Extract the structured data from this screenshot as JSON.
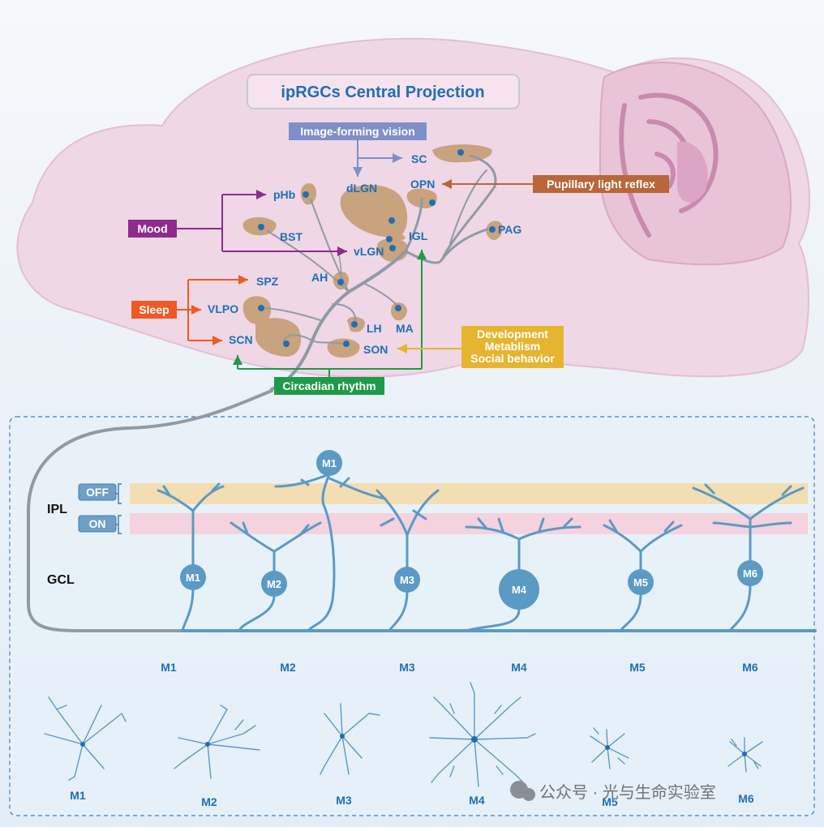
{
  "title": "ipRGCs Central Projection",
  "functions": {
    "image_forming": "Image-forming vision",
    "pupillary": "Pupillary light reflex",
    "mood": "Mood",
    "sleep": "Sleep",
    "circadian": "Circadian rhythm",
    "other": [
      "Development",
      "Metablism",
      "Social behavior"
    ]
  },
  "regions": {
    "sc": "SC",
    "opn": "OPN",
    "dlgn": "dLGN",
    "phb": "pHb",
    "igl": "IGL",
    "vlgn": "vLGN",
    "bst": "BST",
    "pag": "PAG",
    "ah": "AH",
    "spz": "SPZ",
    "vlpo": "VLPO",
    "scn": "SCN",
    "lh": "LH",
    "ma": "MA",
    "son": "SON"
  },
  "layers": {
    "ipl": "IPL",
    "gcl": "GCL",
    "off": "OFF",
    "on": "ON"
  },
  "cell_types": [
    "M1",
    "M2",
    "M3",
    "M4",
    "M5",
    "M6"
  ],
  "watermark": "公众号 · 光与生命实验室",
  "colors": {
    "brain": "#efd7e6",
    "region": "#c9a27e",
    "neuron": "#5b9ac4",
    "dot": "#1f6fb5",
    "image_forming": "#7f8fc8",
    "pupillary": "#b8663a",
    "mood": "#8e2b8c",
    "sleep": "#ef5a24",
    "circadian": "#1f9a48",
    "other": "#e5b52f",
    "off_band": "#f3ddb3",
    "on_band": "#f4d2de"
  }
}
